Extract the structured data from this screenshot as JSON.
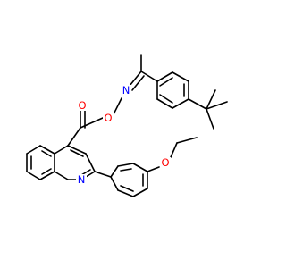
{
  "molecule": {
    "atoms": {
      "o_carbonyl": "O",
      "o_oxime": "O",
      "n_oxime": "N",
      "n_quinoline": "N",
      "o_ether": "O"
    },
    "colors": {
      "bond": "#000000",
      "oxygen": "#ff0000",
      "nitrogen": "#0000ff",
      "background": "#ffffff"
    }
  }
}
